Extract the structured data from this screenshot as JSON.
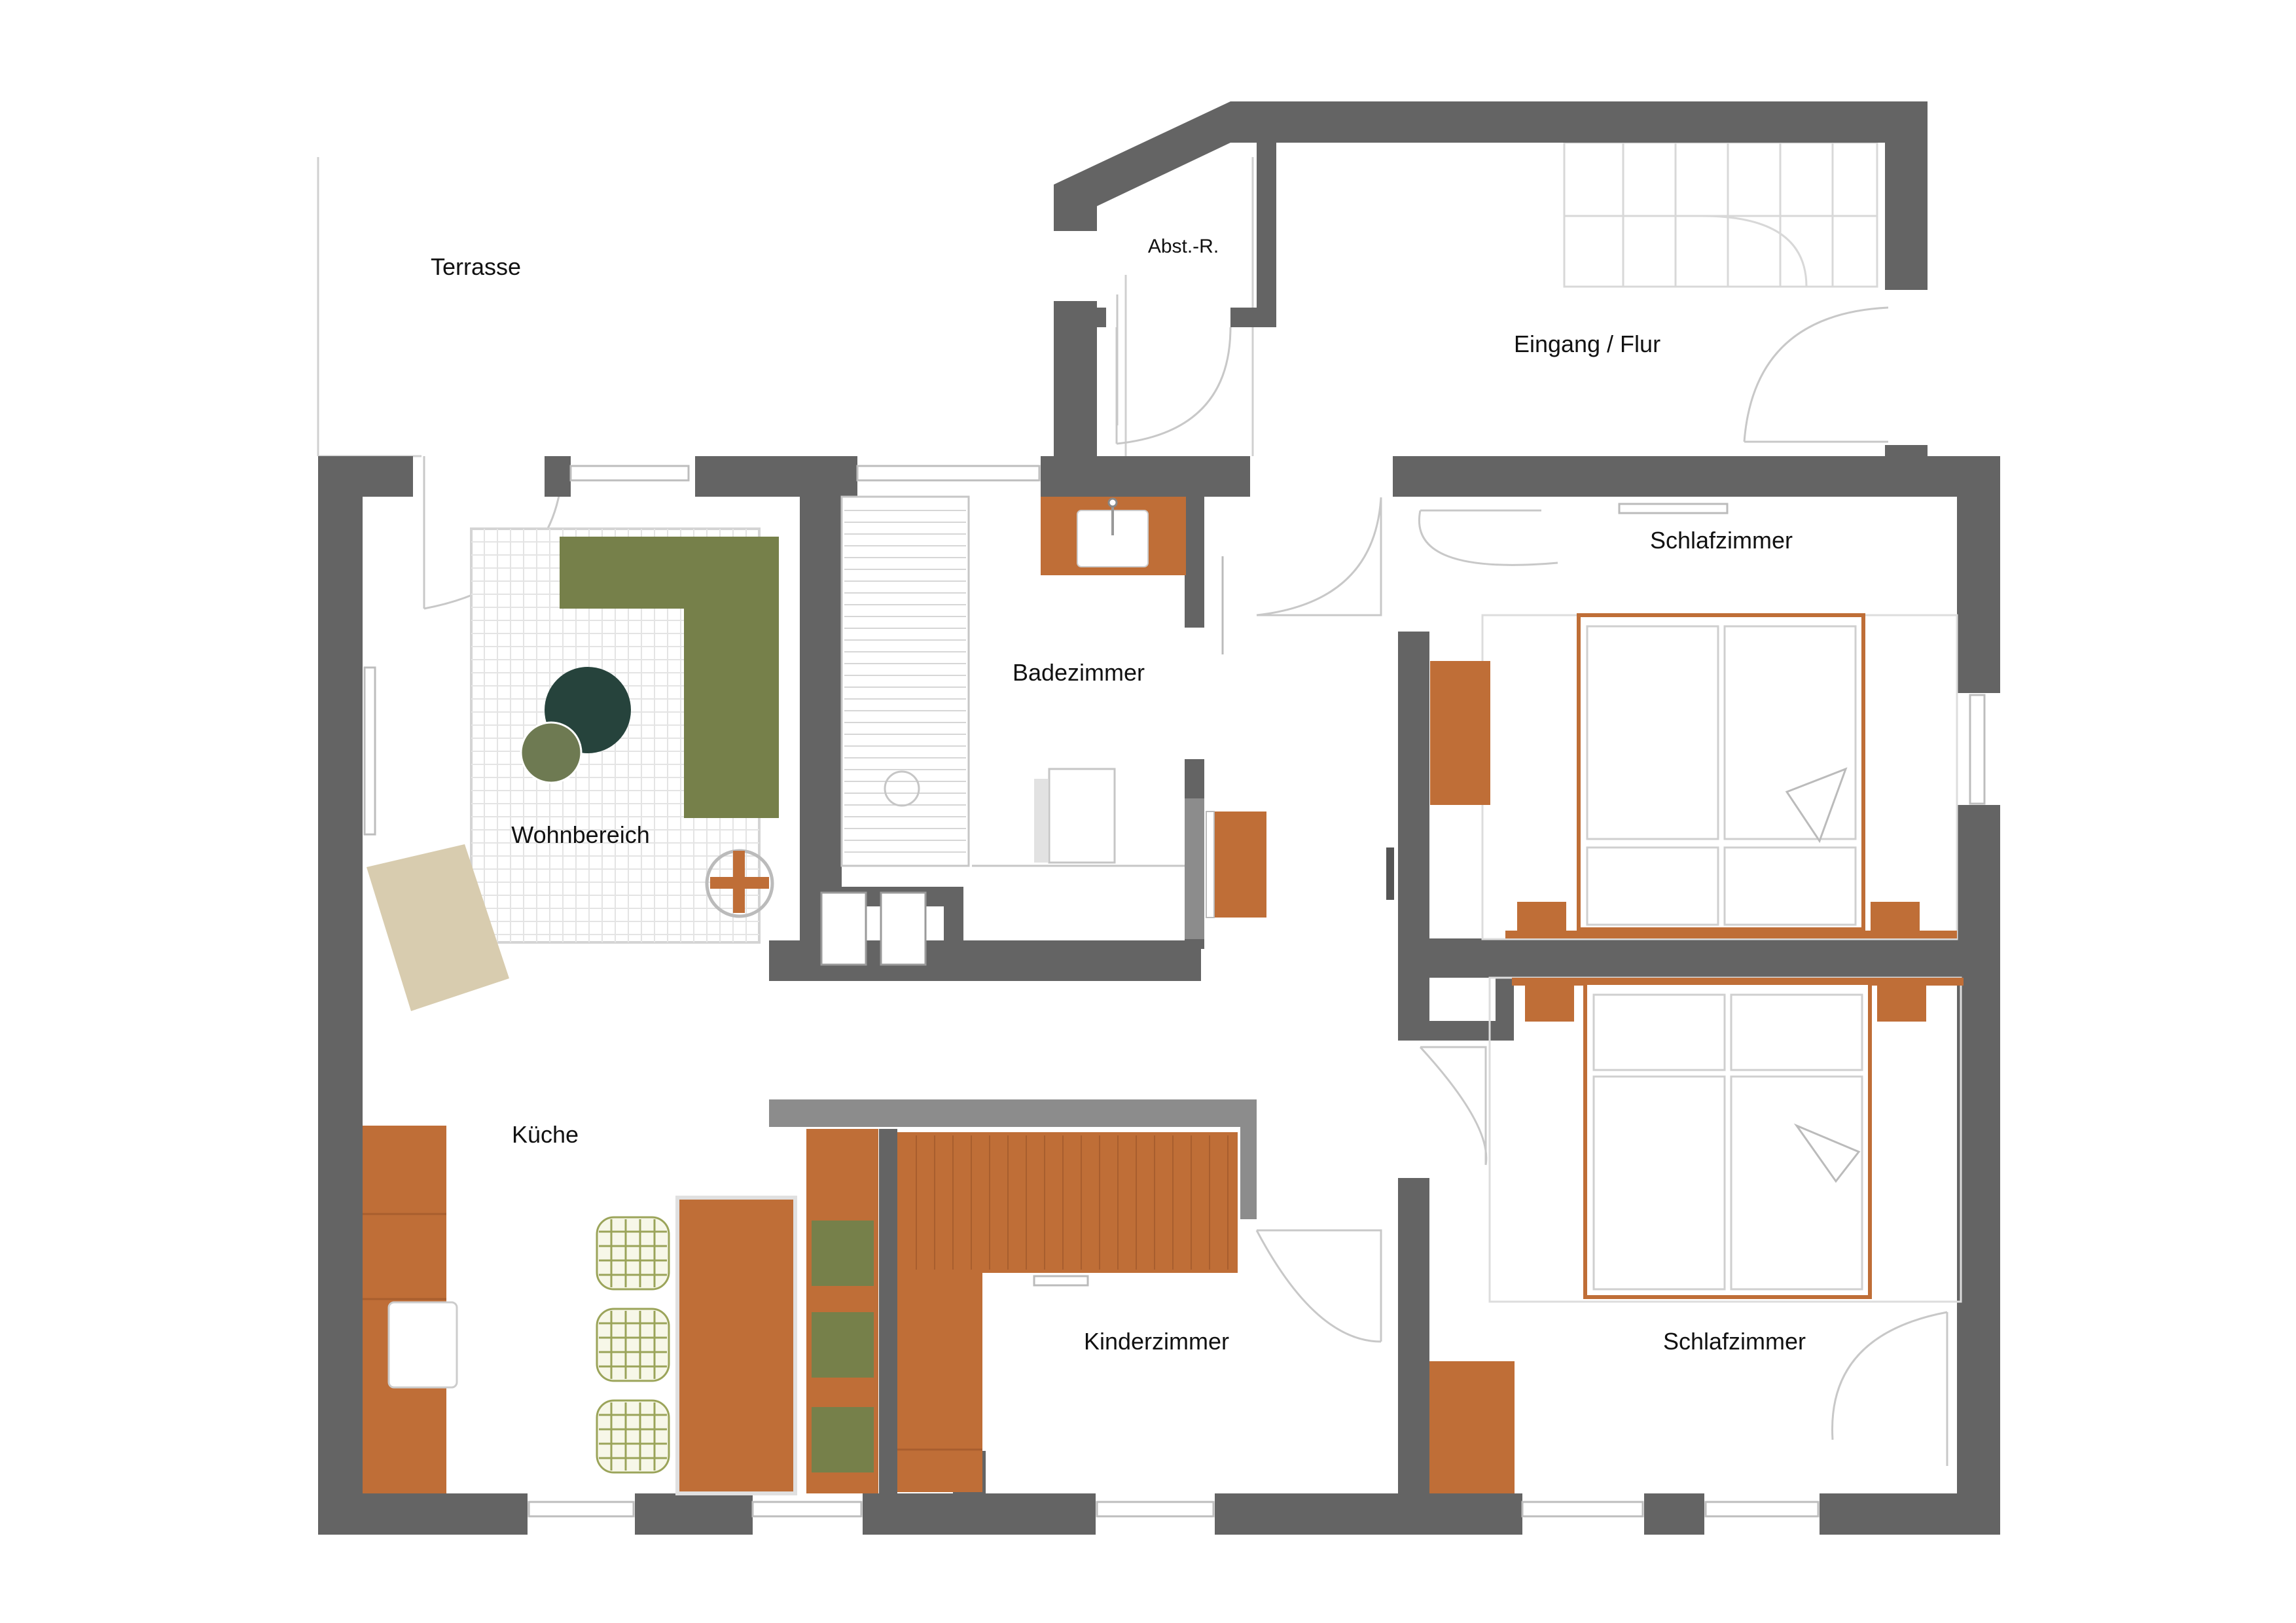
{
  "rooms": {
    "terrasse": "Terrasse",
    "abstellraum": "Abst.-R.",
    "eingang": "Eingang / Flur",
    "badezimmer": "Badezimmer",
    "schlafzimmer_oben": "Schlafzimmer",
    "wohnbereich": "Wohnbereich",
    "kueche": "Küche",
    "kinderzimmer": "Kinderzimmer",
    "schlafzimmer_unten": "Schlafzimmer"
  },
  "colors": {
    "wall": "#646464",
    "wall_light": "#8c8c8c",
    "furniture_wood": "#bf6e37",
    "sofa_green": "#76804a",
    "table_dark": "#26433c",
    "table_olive": "#6e7a52",
    "rug_beige": "#d8ccaf",
    "line": "#cccccc",
    "background": "#ffffff"
  }
}
